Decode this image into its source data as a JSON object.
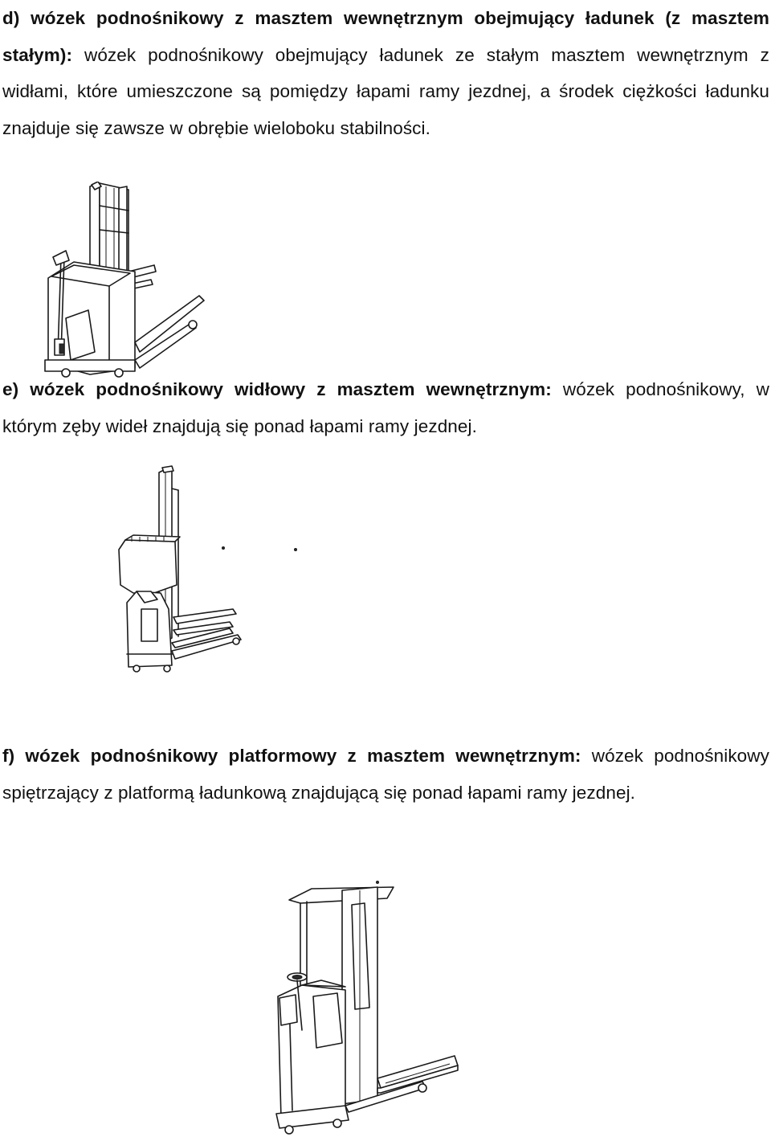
{
  "section_d": {
    "term": "d) wózek podnośnikowy z masztem wewnętrznym obejmujący ładunek (z masztem stałym):",
    "description": "wózek podnośnikowy obejmujący ładunek ze stałym masztem wewnętrznym z widłami, które umieszczone są pomiędzy łapami ramy jezdnej, a środek ciężkości ładunku znajduje się zawsze w obrębie wieloboku stabilności."
  },
  "section_e": {
    "term": "e) wózek podnośnikowy widłowy z masztem wewnętrznym:",
    "description": "wózek podnośnikowy, w którym zęby wideł znajdują się ponad łapami ramy jezdnej."
  },
  "section_f": {
    "term": "f) wózek podnośnikowy platformowy z masztem wewnętrznym:",
    "description": "wózek podnośnikowy spiętrzający z platformą ładunkową znajdującą się ponad łapami ramy jezdnej."
  },
  "figures": {
    "d": "straddle-stacker-illustration",
    "e": "fork-stacker-illustration",
    "f": "platform-stacker-illustration"
  }
}
